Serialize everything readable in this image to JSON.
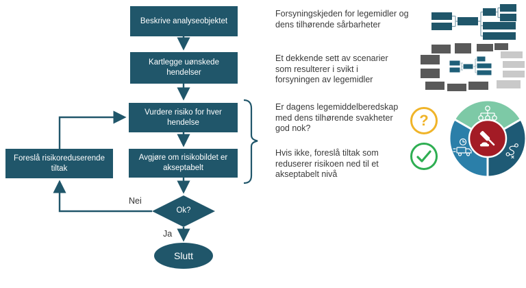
{
  "colors": {
    "teal": "#20566a",
    "wheel_green": "#7dc9a6",
    "wheel_blue": "#2b7fa9",
    "wheel_dark_teal": "#1e5a75",
    "wheel_red": "#a31b25",
    "badge_yellow": "#f0b429",
    "badge_green": "#2eae52",
    "gray_dark": "#595959",
    "gray_light": "#c9c9c9",
    "text": "#3a3a3a"
  },
  "flowchart": {
    "steps": [
      {
        "label": "Beskrive analyseobjektet"
      },
      {
        "label": "Kartlegge uønskede hendelser"
      },
      {
        "label": "Vurdere risiko for hver hendelse"
      },
      {
        "label": "Avgjøre om risikobildet er akseptabelt"
      }
    ],
    "side_step": {
      "label": "Foreslå risikoreduserende tiltak"
    },
    "decision": {
      "label": "Ok?",
      "no": "Nei",
      "yes": "Ja"
    },
    "terminator": {
      "label": "Slutt"
    }
  },
  "annotations": [
    {
      "lines": [
        "Forsyningskjeden for legemidler og",
        "dens tilhørende sårbarheter"
      ]
    },
    {
      "lines": [
        "Et dekkende sett av scenarier",
        "som resulterer i svikt i",
        "forsyningen av legemidler"
      ]
    },
    {
      "lines": [
        "Er dagens legemiddelberedskap",
        "med dens tilhørende svakheter",
        "god nok?"
      ]
    },
    {
      "lines": [
        "Hvis ikke, foreslå tiltak som",
        "reduserer risikoen ned til et",
        "akseptabelt nivå"
      ]
    }
  ],
  "badges": {
    "question_glyph": "?"
  },
  "icons": {
    "question": "question-mark-circle-icon",
    "check": "check-circle-icon",
    "tree": "supply-chain-tree-icon",
    "cluster": "scenario-cluster-icon",
    "wheel": "preparedness-wheel-icon",
    "org": "org-hierarchy-icon",
    "truck": "delivery-truck-clock-icon",
    "route": "supply-route-icon",
    "gavel": "gavel-icon"
  }
}
